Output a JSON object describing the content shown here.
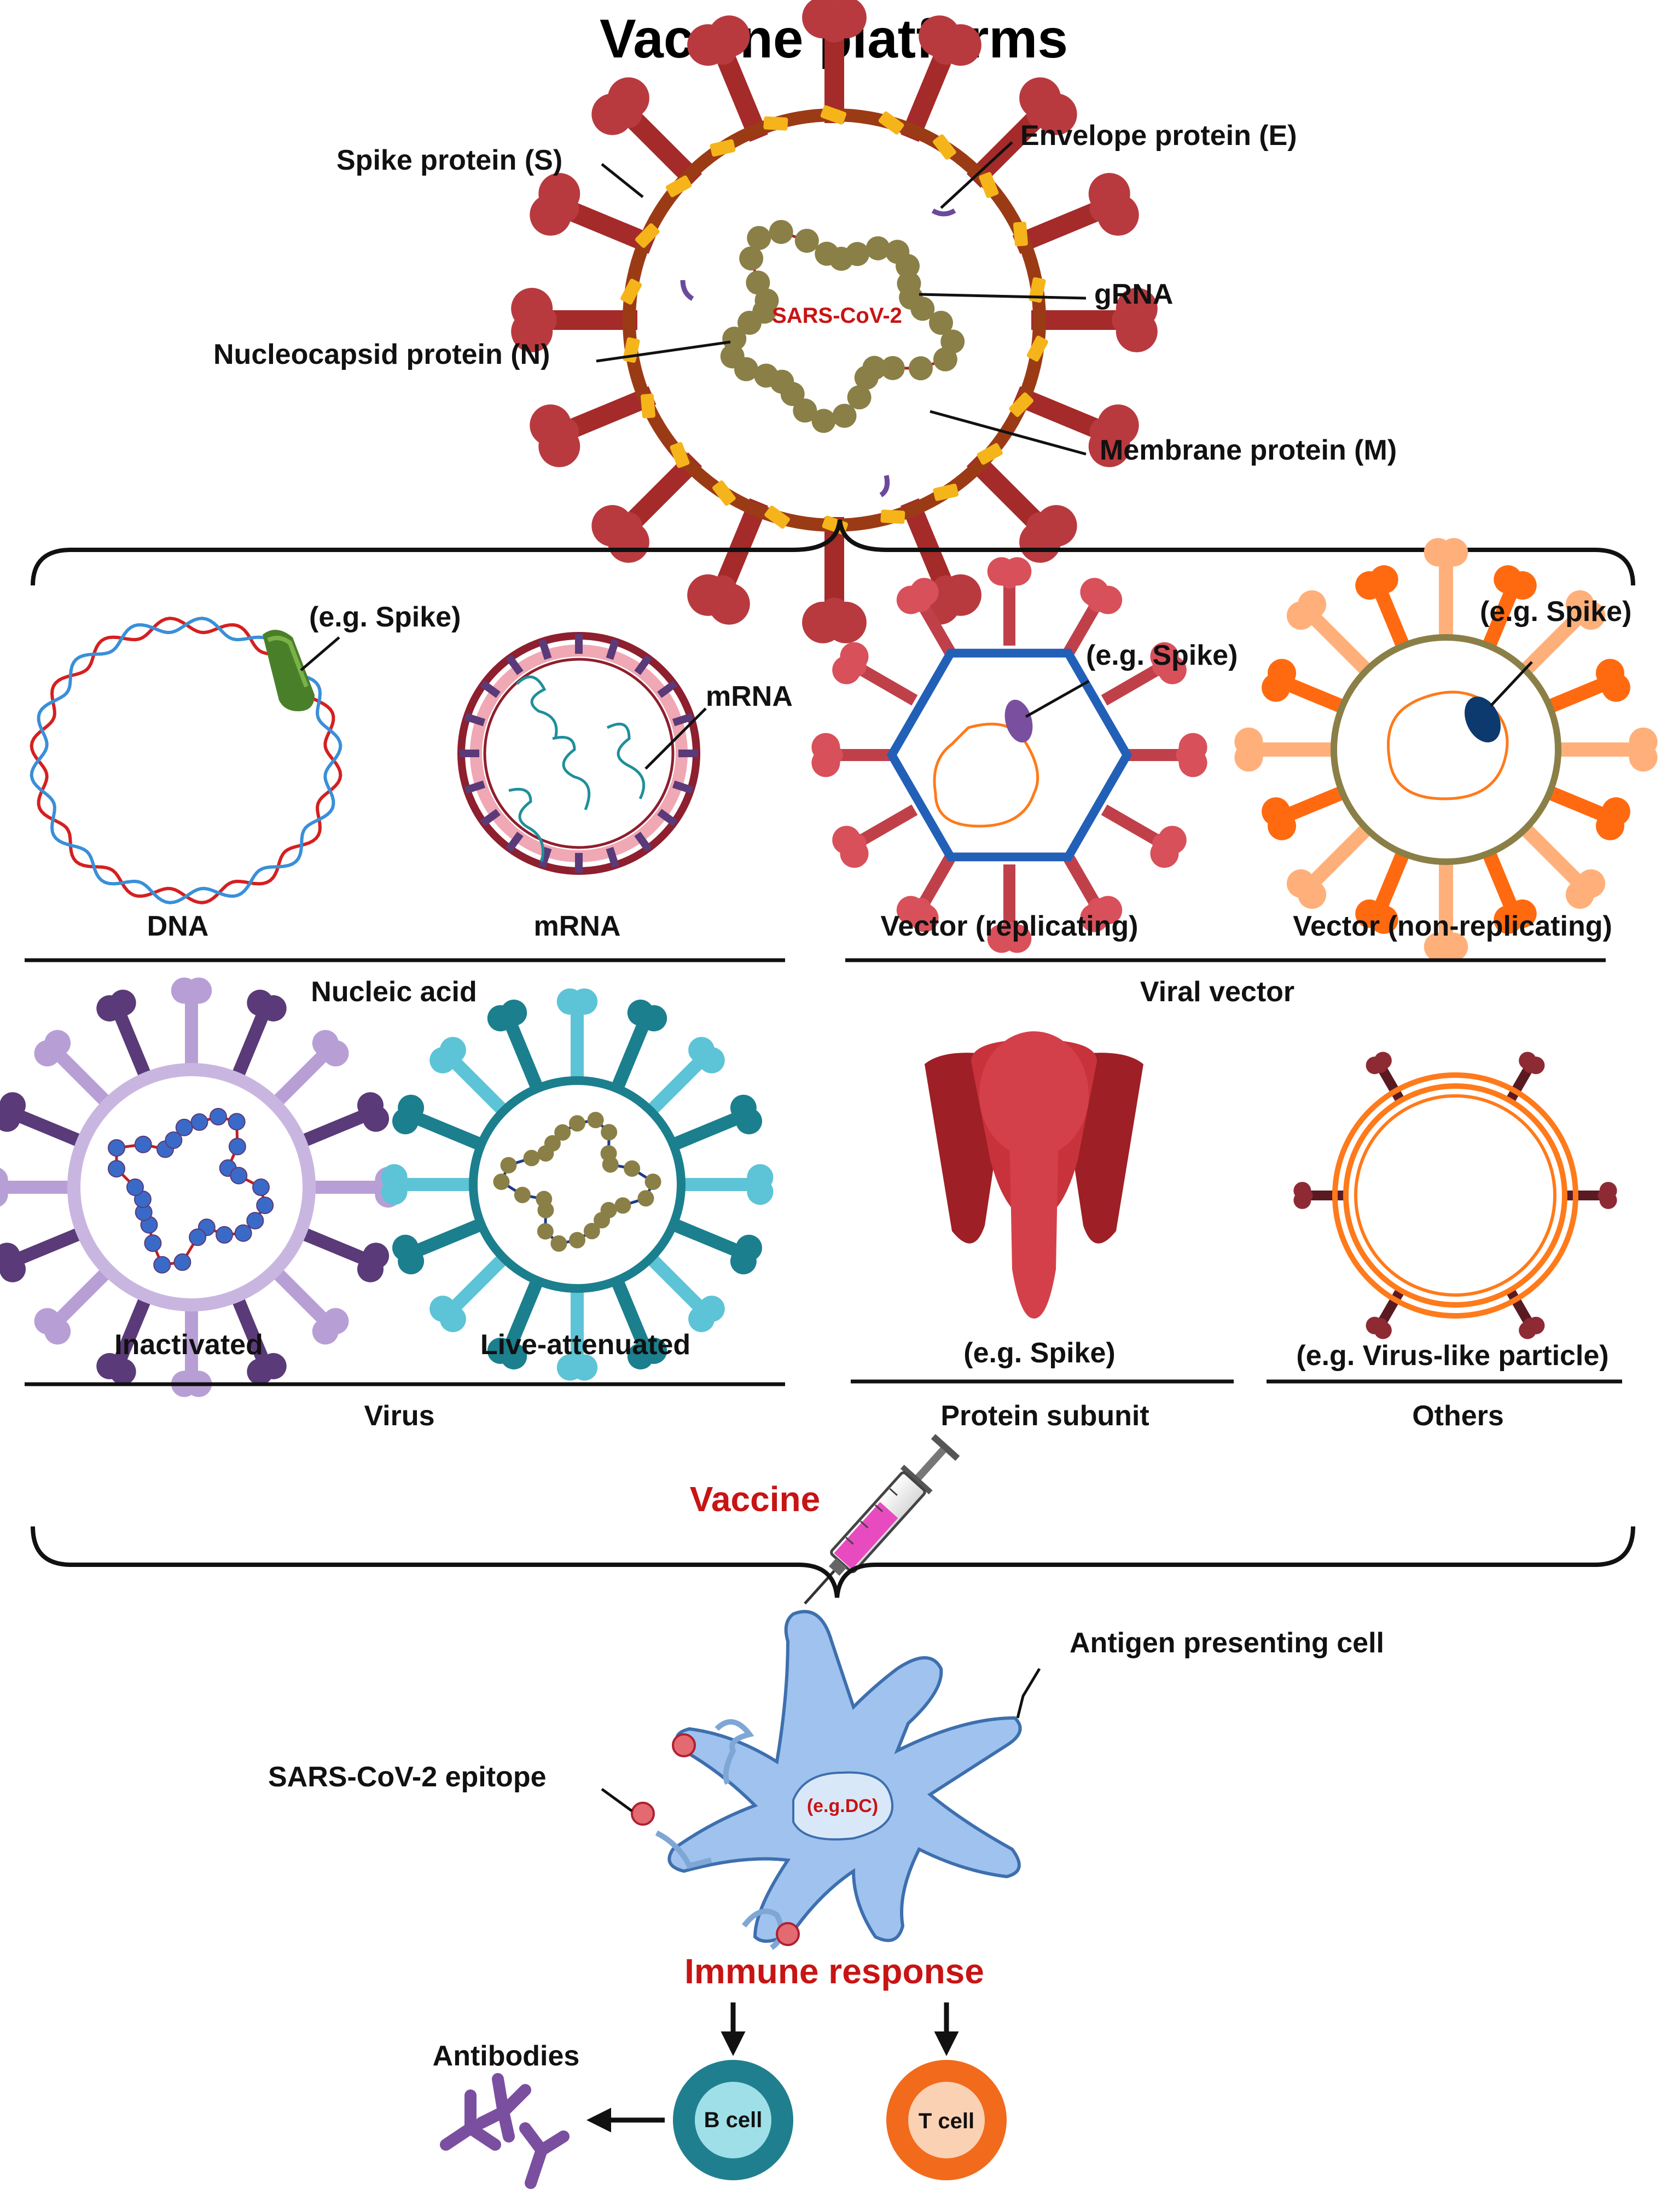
{
  "title": "Vaccine platforms",
  "sarscov2": {
    "center_label": "SARS-CoV-2",
    "spike": "Spike protein (S)",
    "envelope": "Envelope protein (E)",
    "grna": "gRNA",
    "nucleocapsid": "Nucleocapsid protein (N)",
    "membrane": "Membrane protein (M)"
  },
  "nucleic_acid": {
    "group": "Nucleic acid",
    "dna": "DNA",
    "dna_note": "(e.g. Spike)",
    "mrna": "mRNA",
    "mrna_pointer": "mRNA"
  },
  "viral_vector": {
    "group": "Viral vector",
    "replicating": "Vector (replicating)",
    "replicating_note": "(e.g. Spike)",
    "non_replicating": "Vector (non-replicating)",
    "non_replicating_note": "(e.g. Spike)"
  },
  "virus": {
    "group": "Virus",
    "inactivated": "Inactivated",
    "live_attenuated": "Live-attenuated"
  },
  "protein_subunit": {
    "group": "Protein subunit",
    "note": "(e.g. Spike)"
  },
  "others": {
    "group": "Others",
    "note": "(e.g. Virus-like particle)"
  },
  "vaccine": "Vaccine",
  "apc": {
    "label": "Antigen presenting cell",
    "nucleus": "(e.g.DC)",
    "epitope": "SARS-CoV-2 epitope"
  },
  "immune_response": "Immune response",
  "b_cell": "B cell",
  "t_cell": "T cell",
  "antibodies": "Antibodies",
  "colors": {
    "spike_dark": "#a52a2a",
    "envelope_ring": "#9a3b16",
    "membrane_yellow": "#f5b41a",
    "nucleocapsid_olive": "#8a7f46",
    "dna_red": "#d42020",
    "dna_blue": "#3a8fd8",
    "mrna_teal": "#1f8f9a",
    "vector_blue": "#2260b8",
    "vector_orange": "#ff7a1a",
    "inactivated_purple": "#5a3a78",
    "live_teal": "#1b7f8e",
    "apc_blue": "#9fc3ee",
    "b_cell_teal": "#1f7f8f",
    "t_cell_orange": "#f26a1c",
    "antibody_purple": "#7b4fa0",
    "accent_red": "#c81414"
  }
}
